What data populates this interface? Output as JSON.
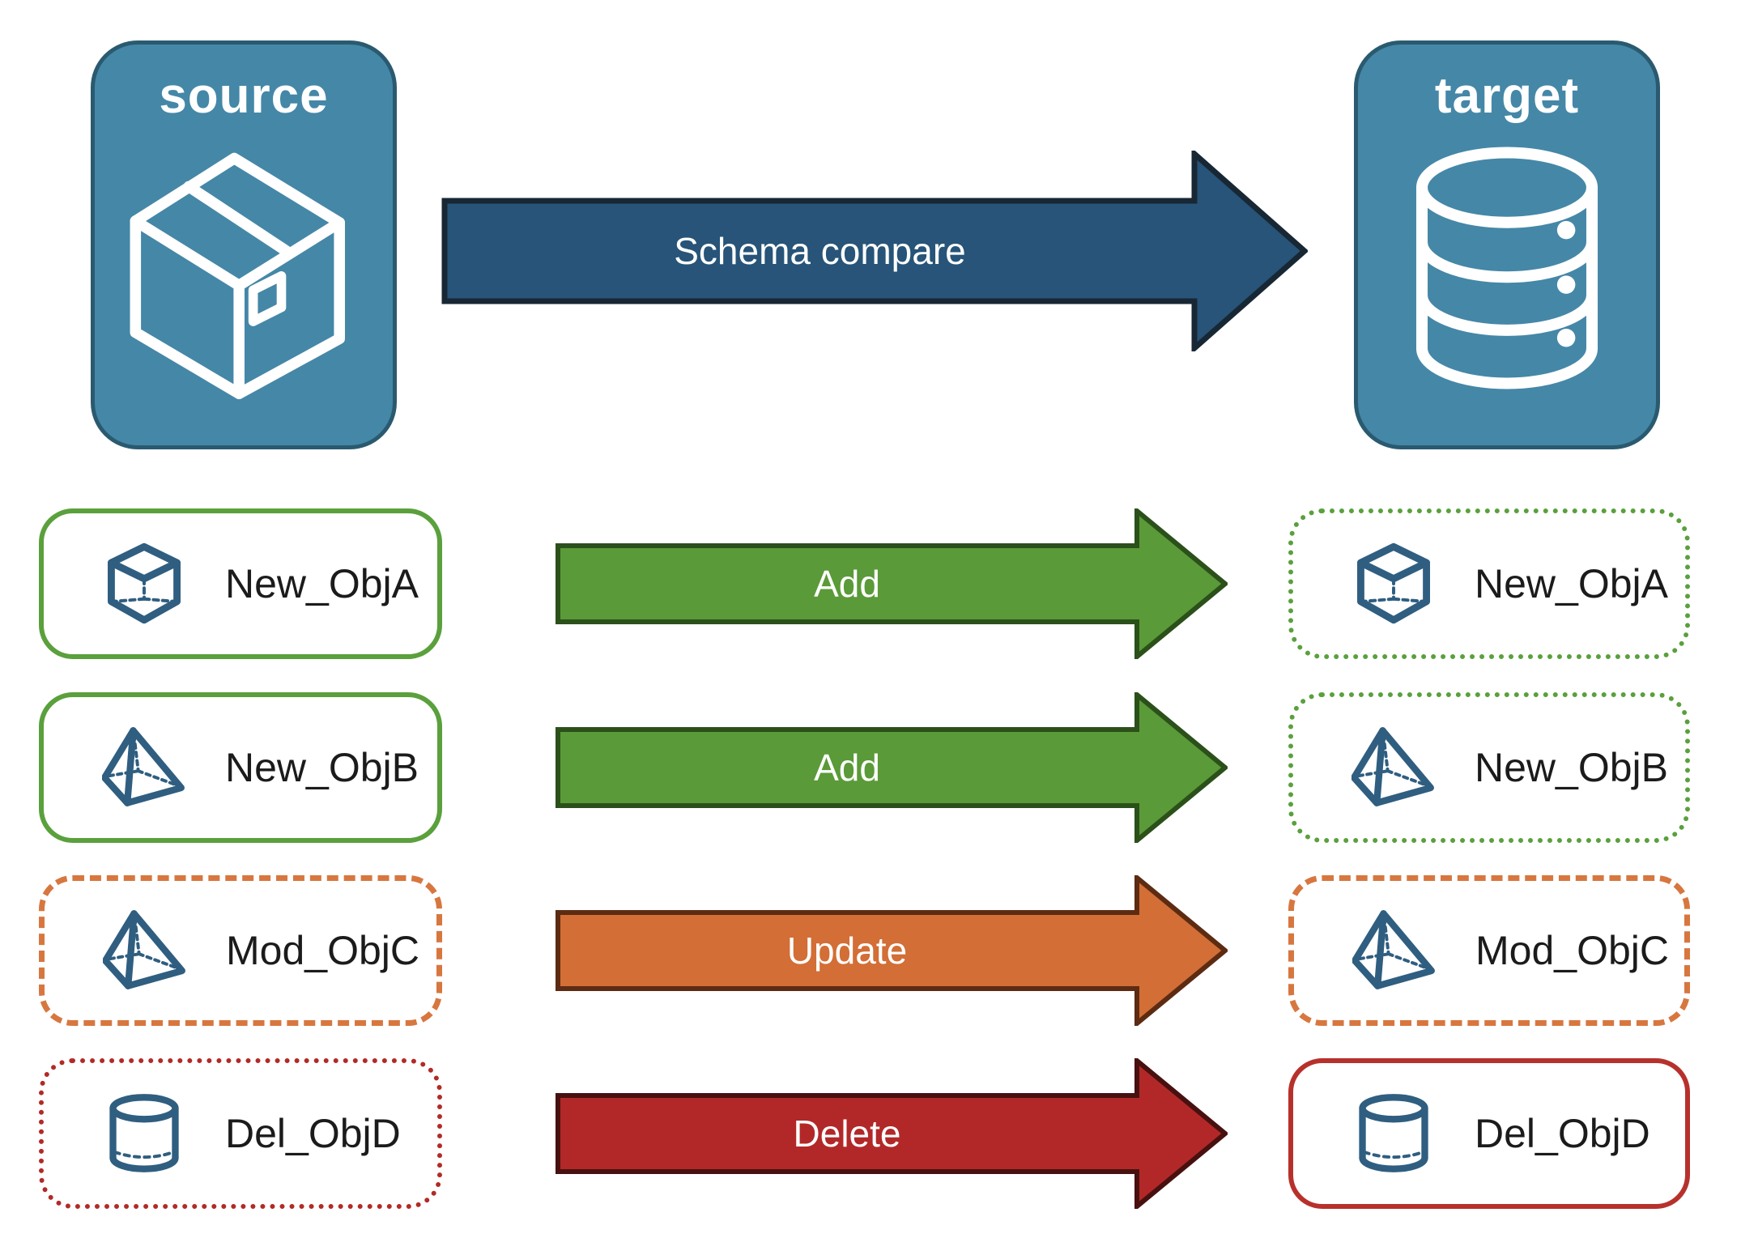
{
  "diagram_title": "Schema compare",
  "source_node": {
    "label": "source",
    "icon": "package-box"
  },
  "target_node": {
    "label": "target",
    "icon": "database"
  },
  "compare_arrow": {
    "label": "Schema compare",
    "fill": "#275478",
    "border": "#182734"
  },
  "rows": [
    {
      "object": "New_ObjA",
      "action": "Add",
      "icon": "cube",
      "source_box_border": "solid green",
      "target_box_border": "dotted green",
      "arrow_fill": "#5A9A38",
      "arrow_border": "#2B501A"
    },
    {
      "object": "New_ObjB",
      "action": "Add",
      "icon": "pyramid",
      "source_box_border": "solid green",
      "target_box_border": "dotted green",
      "arrow_fill": "#5A9A38",
      "arrow_border": "#2B501A"
    },
    {
      "object": "Mod_ObjC",
      "action": "Update",
      "icon": "pyramid",
      "source_box_border": "dashed orange",
      "target_box_border": "dashed orange",
      "arrow_fill": "#D26E36",
      "arrow_border": "#5C2B12"
    },
    {
      "object": "Del_ObjD",
      "action": "Delete",
      "icon": "cylinder",
      "source_box_border": "dotted red",
      "target_box_border": "solid red",
      "arrow_fill": "#B22828",
      "arrow_border": "#471110"
    }
  ],
  "colors": {
    "node_fill": "#4587A7",
    "node_border": "#2A5A70",
    "green_border": "#5AA03C",
    "orange_border": "#D7773F",
    "red_border": "#B22A26",
    "object_icon_blue": "#2F5E80",
    "label_text": "#1b1b1b",
    "arrow_text": "#ffffff"
  }
}
